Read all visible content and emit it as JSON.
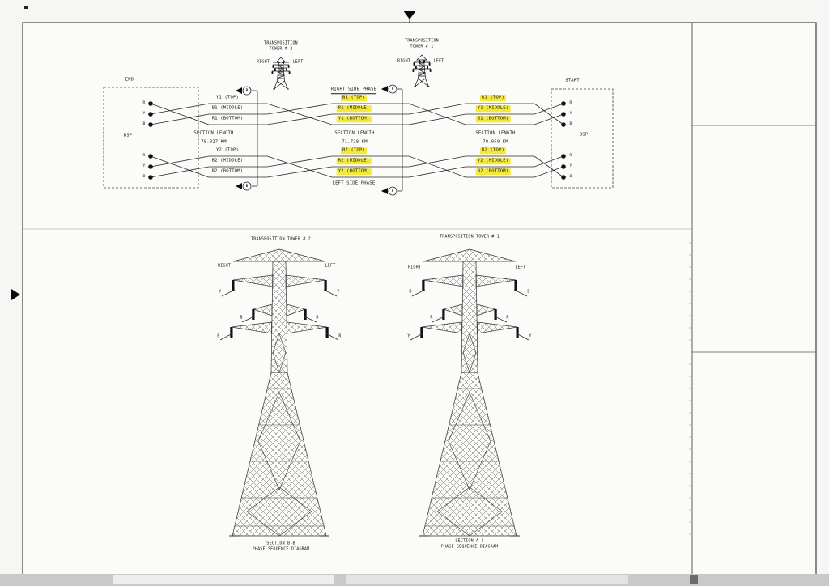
{
  "colors": {
    "highlight": "#f3e93c",
    "line": "#2a2a2a"
  },
  "schematic": {
    "end_box": {
      "title": "END",
      "bus": "BSP",
      "terminals": [
        "R",
        "Y",
        "B"
      ]
    },
    "start_box": {
      "title": "START",
      "bus": "BSP",
      "terminals": [
        "R",
        "Y",
        "B"
      ]
    },
    "tower2": {
      "title_line1": "TRANSPOSITION",
      "title_line2": "TOWER # 2",
      "right": "RIGHT",
      "left": "LEFT"
    },
    "tower1": {
      "title_line1": "TRANSPOSITION",
      "title_line2": "TOWER # 1",
      "right": "RIGHT",
      "left": "LEFT"
    },
    "cut_a": "A",
    "cut_b": "B",
    "right_side_phase": "RIGHT SIDE PHASE",
    "left_side_phase": "LEFT SIDE PHASE",
    "sections": [
      {
        "label": "SECTION LENGTH",
        "value": "78.927 KM"
      },
      {
        "label": "SECTION LENGTH",
        "value": "71.728 KM"
      },
      {
        "label": "SECTION LENGTH",
        "value": "79.050 KM"
      }
    ],
    "c1_left": [
      "Y1 (TOP)",
      "B1 (MIDDLE)",
      "R1 (BOTTOM)"
    ],
    "c1_mid": [
      "B1 (TOP)",
      "R1 (MIDDLE)",
      "Y1 (BOTTOM)"
    ],
    "c1_right": [
      "R1 (TOP)",
      "Y1 (MIDDLE)",
      "B1 (BOTTOM)"
    ],
    "c2_left": [
      "Y2 (TOP)",
      "B2 (MIDDLE)",
      "R2 (BOTTOM)"
    ],
    "c2_mid": [
      "B2 (TOP)",
      "R2 (MIDDLE)",
      "Y2 (BOTTOM)"
    ],
    "c2_right": [
      "R2 (TOP)",
      "Y2 (MIDDLE)",
      "B2 (BOTTOM)"
    ]
  },
  "elevation": {
    "tower2": {
      "title": "TRANSPOSITION TOWER # 2",
      "right": "RIGHT",
      "left": "LEFT",
      "phase_top": "Y",
      "phase_mid": "B",
      "phase_bottom": "R",
      "caption1": "SECTION B-B",
      "caption2": "PHASE SEQUENCE DIAGRAM"
    },
    "tower1": {
      "title": "TRANSPOSITION TOWER # 1",
      "right": "RIGHT",
      "left": "LEFT",
      "phase_top": "B",
      "phase_mid": "R",
      "phase_bottom": "Y",
      "caption1": "SECTION A-A",
      "caption2": "PHASE SEQUENCE DIAGRAM"
    }
  }
}
